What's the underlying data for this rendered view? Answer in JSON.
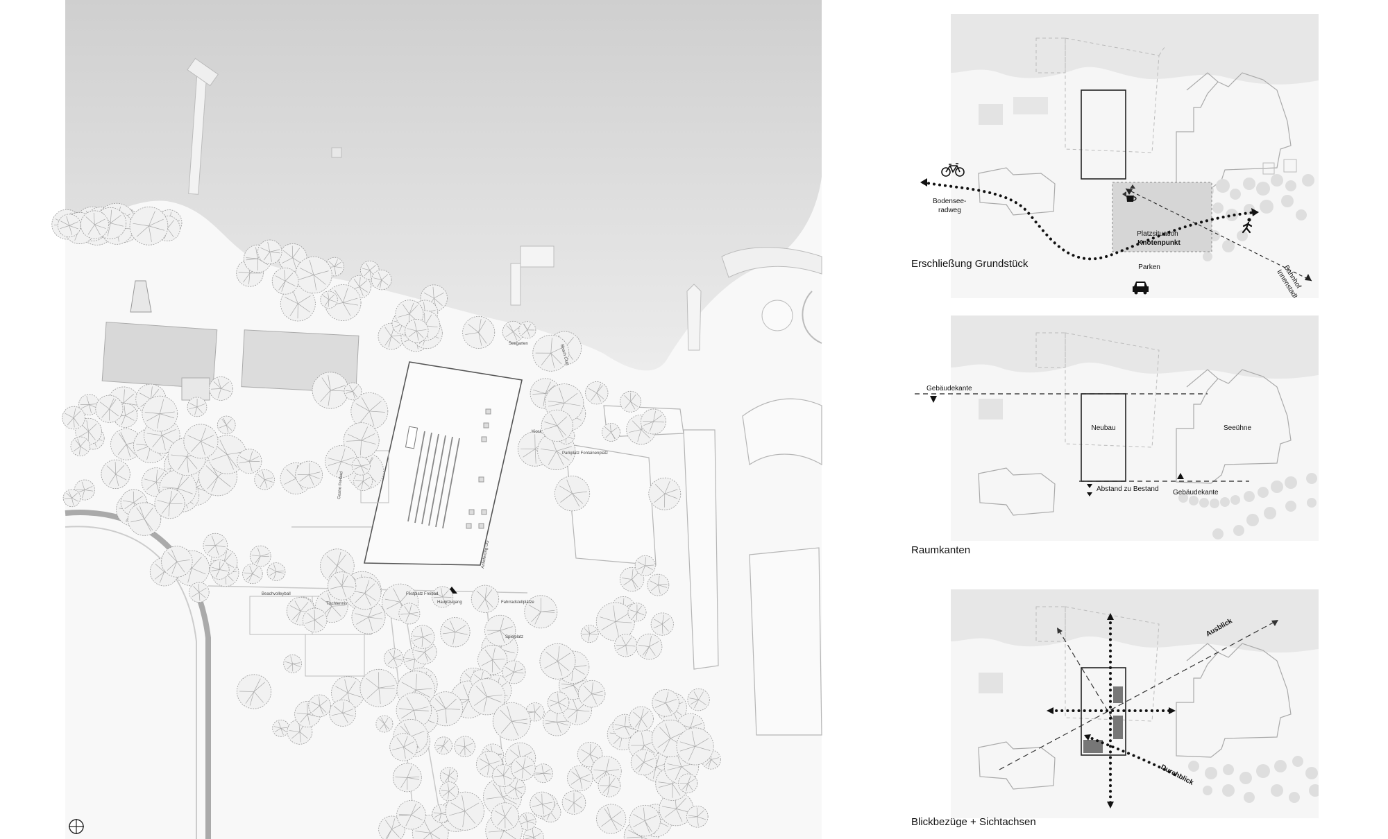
{
  "site_plan": {
    "labels": {
      "l1": "Seegarten",
      "l2": "Beach Club",
      "l3": "Gastro Freibad",
      "l4": "Anlieferung UG",
      "l5": "Hauptzugang",
      "l6": "Fahrradstellplätze",
      "l7": "Beachvolleyball",
      "l8": "Tischtennis",
      "l9": "Spielplatz",
      "l10": "Festplatz Freibad",
      "l11": "Kiosk",
      "l12": "Parkplatz Fontainenplatz"
    }
  },
  "diagrams": {
    "access": {
      "caption": "Erschließung Grundstück",
      "bike_route": "Bodensee-\nradweg",
      "square_label": "Platzsituation",
      "square_label_bold": "Knotenpunkt",
      "parking": "Parken",
      "station": "Bahnhof\nInnenstadt",
      "icons": [
        "bicycle-icon",
        "coffee-cup-icon",
        "pedestrian-icon",
        "car-icon"
      ]
    },
    "edges": {
      "caption": "Raumkanten",
      "edge_top": "Gebäudekante",
      "new_building": "Neubau",
      "existing": "Seeühne",
      "distance": "Abstand zu Bestand",
      "edge_bottom": "Gebäudekante"
    },
    "views": {
      "caption": "Blickbezüge + Sichtachsen",
      "outlook": "Ausblick",
      "through_view": "Durchblick"
    }
  },
  "colors": {
    "lake_top": "#cfcfcf",
    "lake_bottom": "#ececec",
    "ground": "#f7f7f7",
    "diagram_bg": "#f6f6f6",
    "diagram_shore": "#e6e6e6",
    "line": "#333333",
    "tree": "#9a9a9a"
  }
}
